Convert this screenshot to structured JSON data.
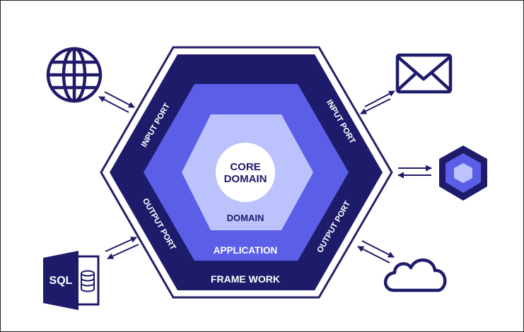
{
  "diagram": {
    "layers": {
      "framework": "FRAME WORK",
      "application": "APPLICATION",
      "domain": "DOMAIN",
      "core_line1": "CORE",
      "core_line2": "DOMAIN"
    },
    "ports": {
      "input_left": "INPUT PORT",
      "input_right": "INPUT PORT",
      "output_left": "OUTPUT PORT",
      "output_right": "OUTPUT PORT"
    },
    "external": {
      "database_label": "SQL"
    },
    "icons": {
      "web": "globe-icon",
      "mail": "envelope-icon",
      "service": "hexagon-service-icon",
      "cloud": "cloud-icon",
      "database": "sql-database-icon"
    },
    "colors": {
      "navy": "#1e1b6b",
      "outline": "#232066",
      "application": "#5b5fe8",
      "domain": "#bcc2fb",
      "core": "#ffffff",
      "background": "#ffffff"
    }
  }
}
